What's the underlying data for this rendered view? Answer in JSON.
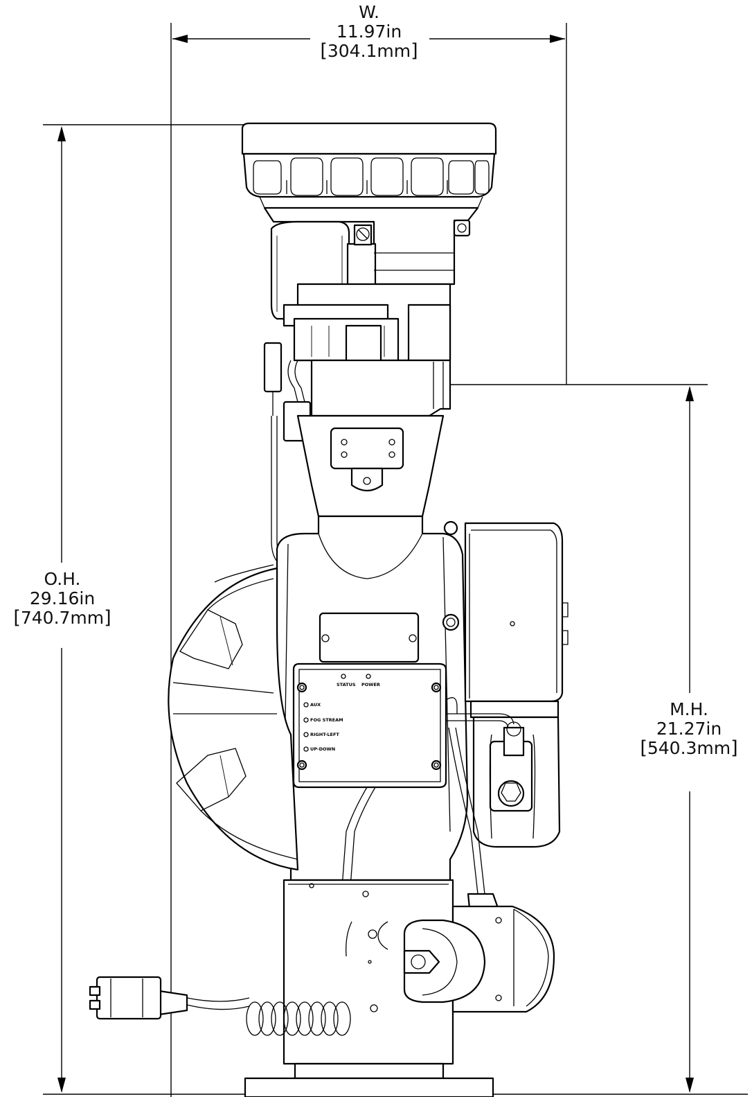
{
  "dimensions": {
    "width": {
      "label": "W.",
      "inches": "11.97in",
      "mm": "304.1mm"
    },
    "overall_height": {
      "label": "O.H.",
      "inches": "29.16in",
      "mm": "740.7mm"
    },
    "mount_height": {
      "label": "M.H.",
      "inches": "21.27in",
      "mm": "540.3mm"
    }
  },
  "control_box": {
    "top_leds": [
      "STATUS",
      "POWER"
    ],
    "side_leds": [
      "AUX",
      "FOG STREAM",
      "RIGHT-LEFT",
      "UP-DOWN"
    ]
  },
  "colors": {
    "line": "#000000",
    "background": "#ffffff"
  }
}
